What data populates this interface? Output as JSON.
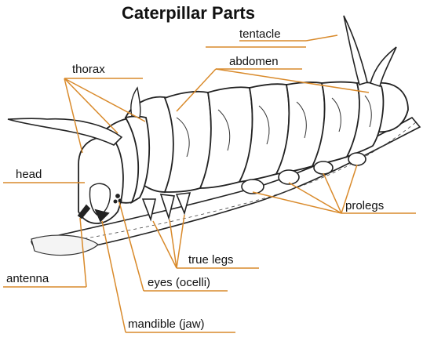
{
  "title": "Caterpillar Parts",
  "labels": {
    "tentacle": "tentacle",
    "thorax": "thorax",
    "abdomen": "abdomen",
    "head": "head",
    "prolegs": "prolegs",
    "true_legs": "true legs",
    "antenna": "antenna",
    "eyes": "eyes (ocelli)",
    "mandible": "mandible (jaw)"
  },
  "colors": {
    "leader_line": "#d98a2b",
    "outline": "#222222"
  }
}
